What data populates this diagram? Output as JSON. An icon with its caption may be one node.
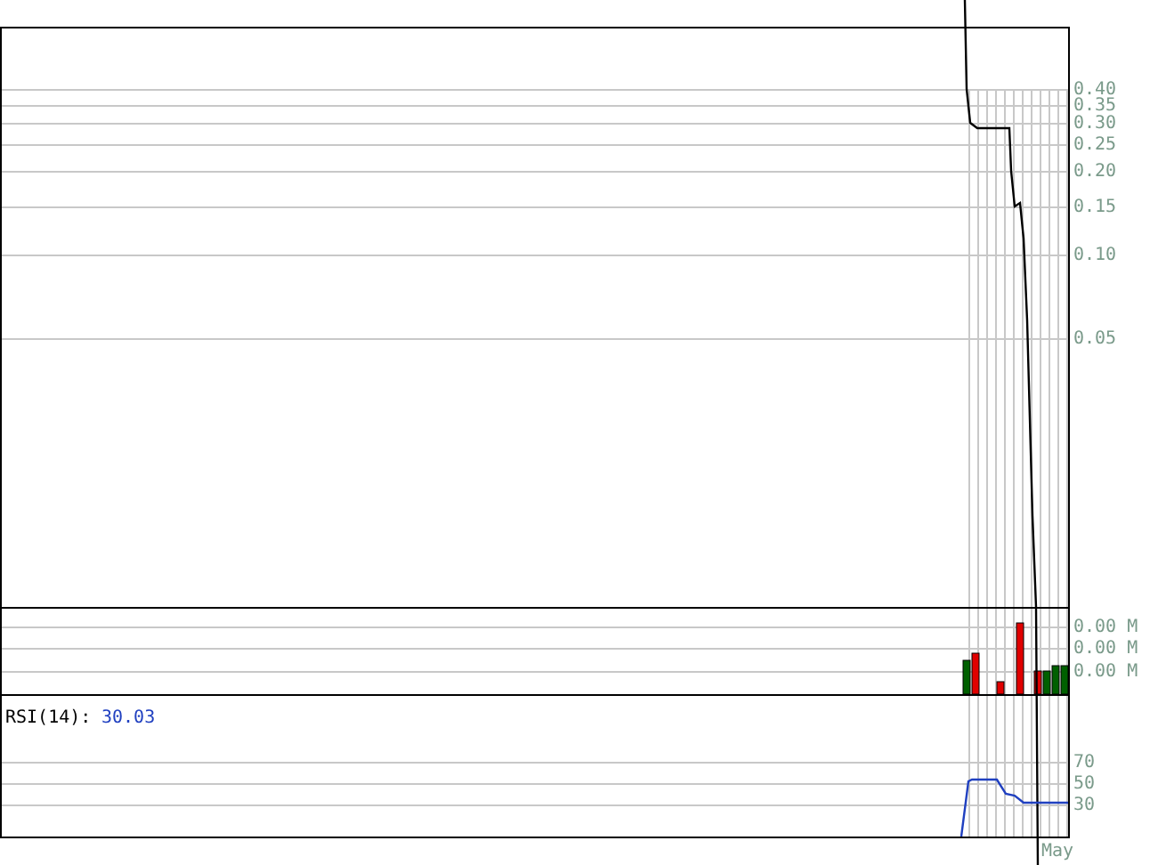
{
  "diagram": {
    "labels": [
      "0.40",
      "0.35",
      "0.30",
      "0.25",
      "0.20",
      "0.15",
      "0.10",
      "0.05",
      "0.00 M",
      "0.00 M",
      "0.00 M",
      "RSI(14):",
      "30.03",
      "70",
      "50",
      "30",
      "May"
    ]
  }
}
